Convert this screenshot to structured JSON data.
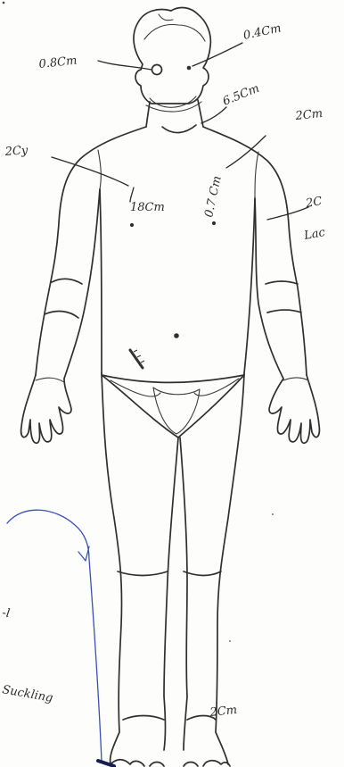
{
  "annotations": {
    "left_eye": "0.8Cm",
    "right_eye": "0.4Cm",
    "neck": "6.5Cm",
    "right_shoulder": "2Cm",
    "left_shoulder": "2Cy",
    "left_chest": "18Cm",
    "right_chest": "0.7 Cm",
    "right_arm": "2C",
    "right_arm_partial": "Lac",
    "left_ankle": "2Cm",
    "margin_line_1": "-l",
    "margin_line_2": "Suckling"
  },
  "colors": {
    "outline": "#2f2f2f",
    "pen_ink": "#2b2b2b",
    "blue_ink": "#3b4fb8",
    "paper": "#fdfdfb"
  }
}
